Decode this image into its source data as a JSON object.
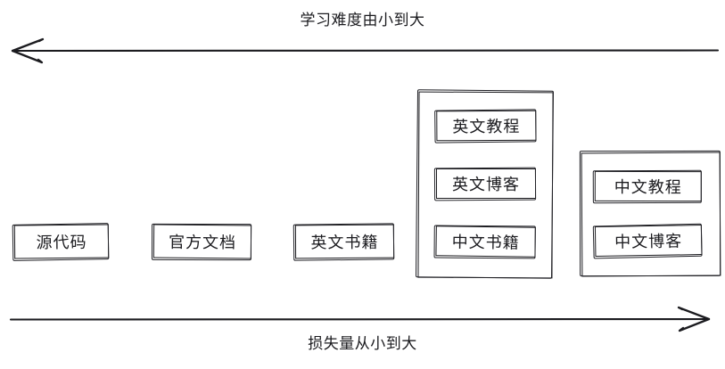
{
  "diagram": {
    "top_axis": {
      "label": "学习难度由小到大",
      "direction": "left"
    },
    "bottom_axis": {
      "label": "损失量从小到大",
      "direction": "right"
    },
    "standalone_items": [
      {
        "label": "源代码"
      },
      {
        "label": "官方文档"
      },
      {
        "label": "英文书籍"
      }
    ],
    "groups": [
      {
        "name": "group-1",
        "items": [
          {
            "label": "英文教程"
          },
          {
            "label": "英文博客"
          },
          {
            "label": "中文书籍"
          }
        ]
      },
      {
        "name": "group-2",
        "items": [
          {
            "label": "中文教程"
          },
          {
            "label": "中文博客"
          }
        ]
      }
    ],
    "colors": {
      "stroke": "#1b1b1f",
      "background": "#ffffff",
      "text": "#1b1b1f"
    }
  }
}
